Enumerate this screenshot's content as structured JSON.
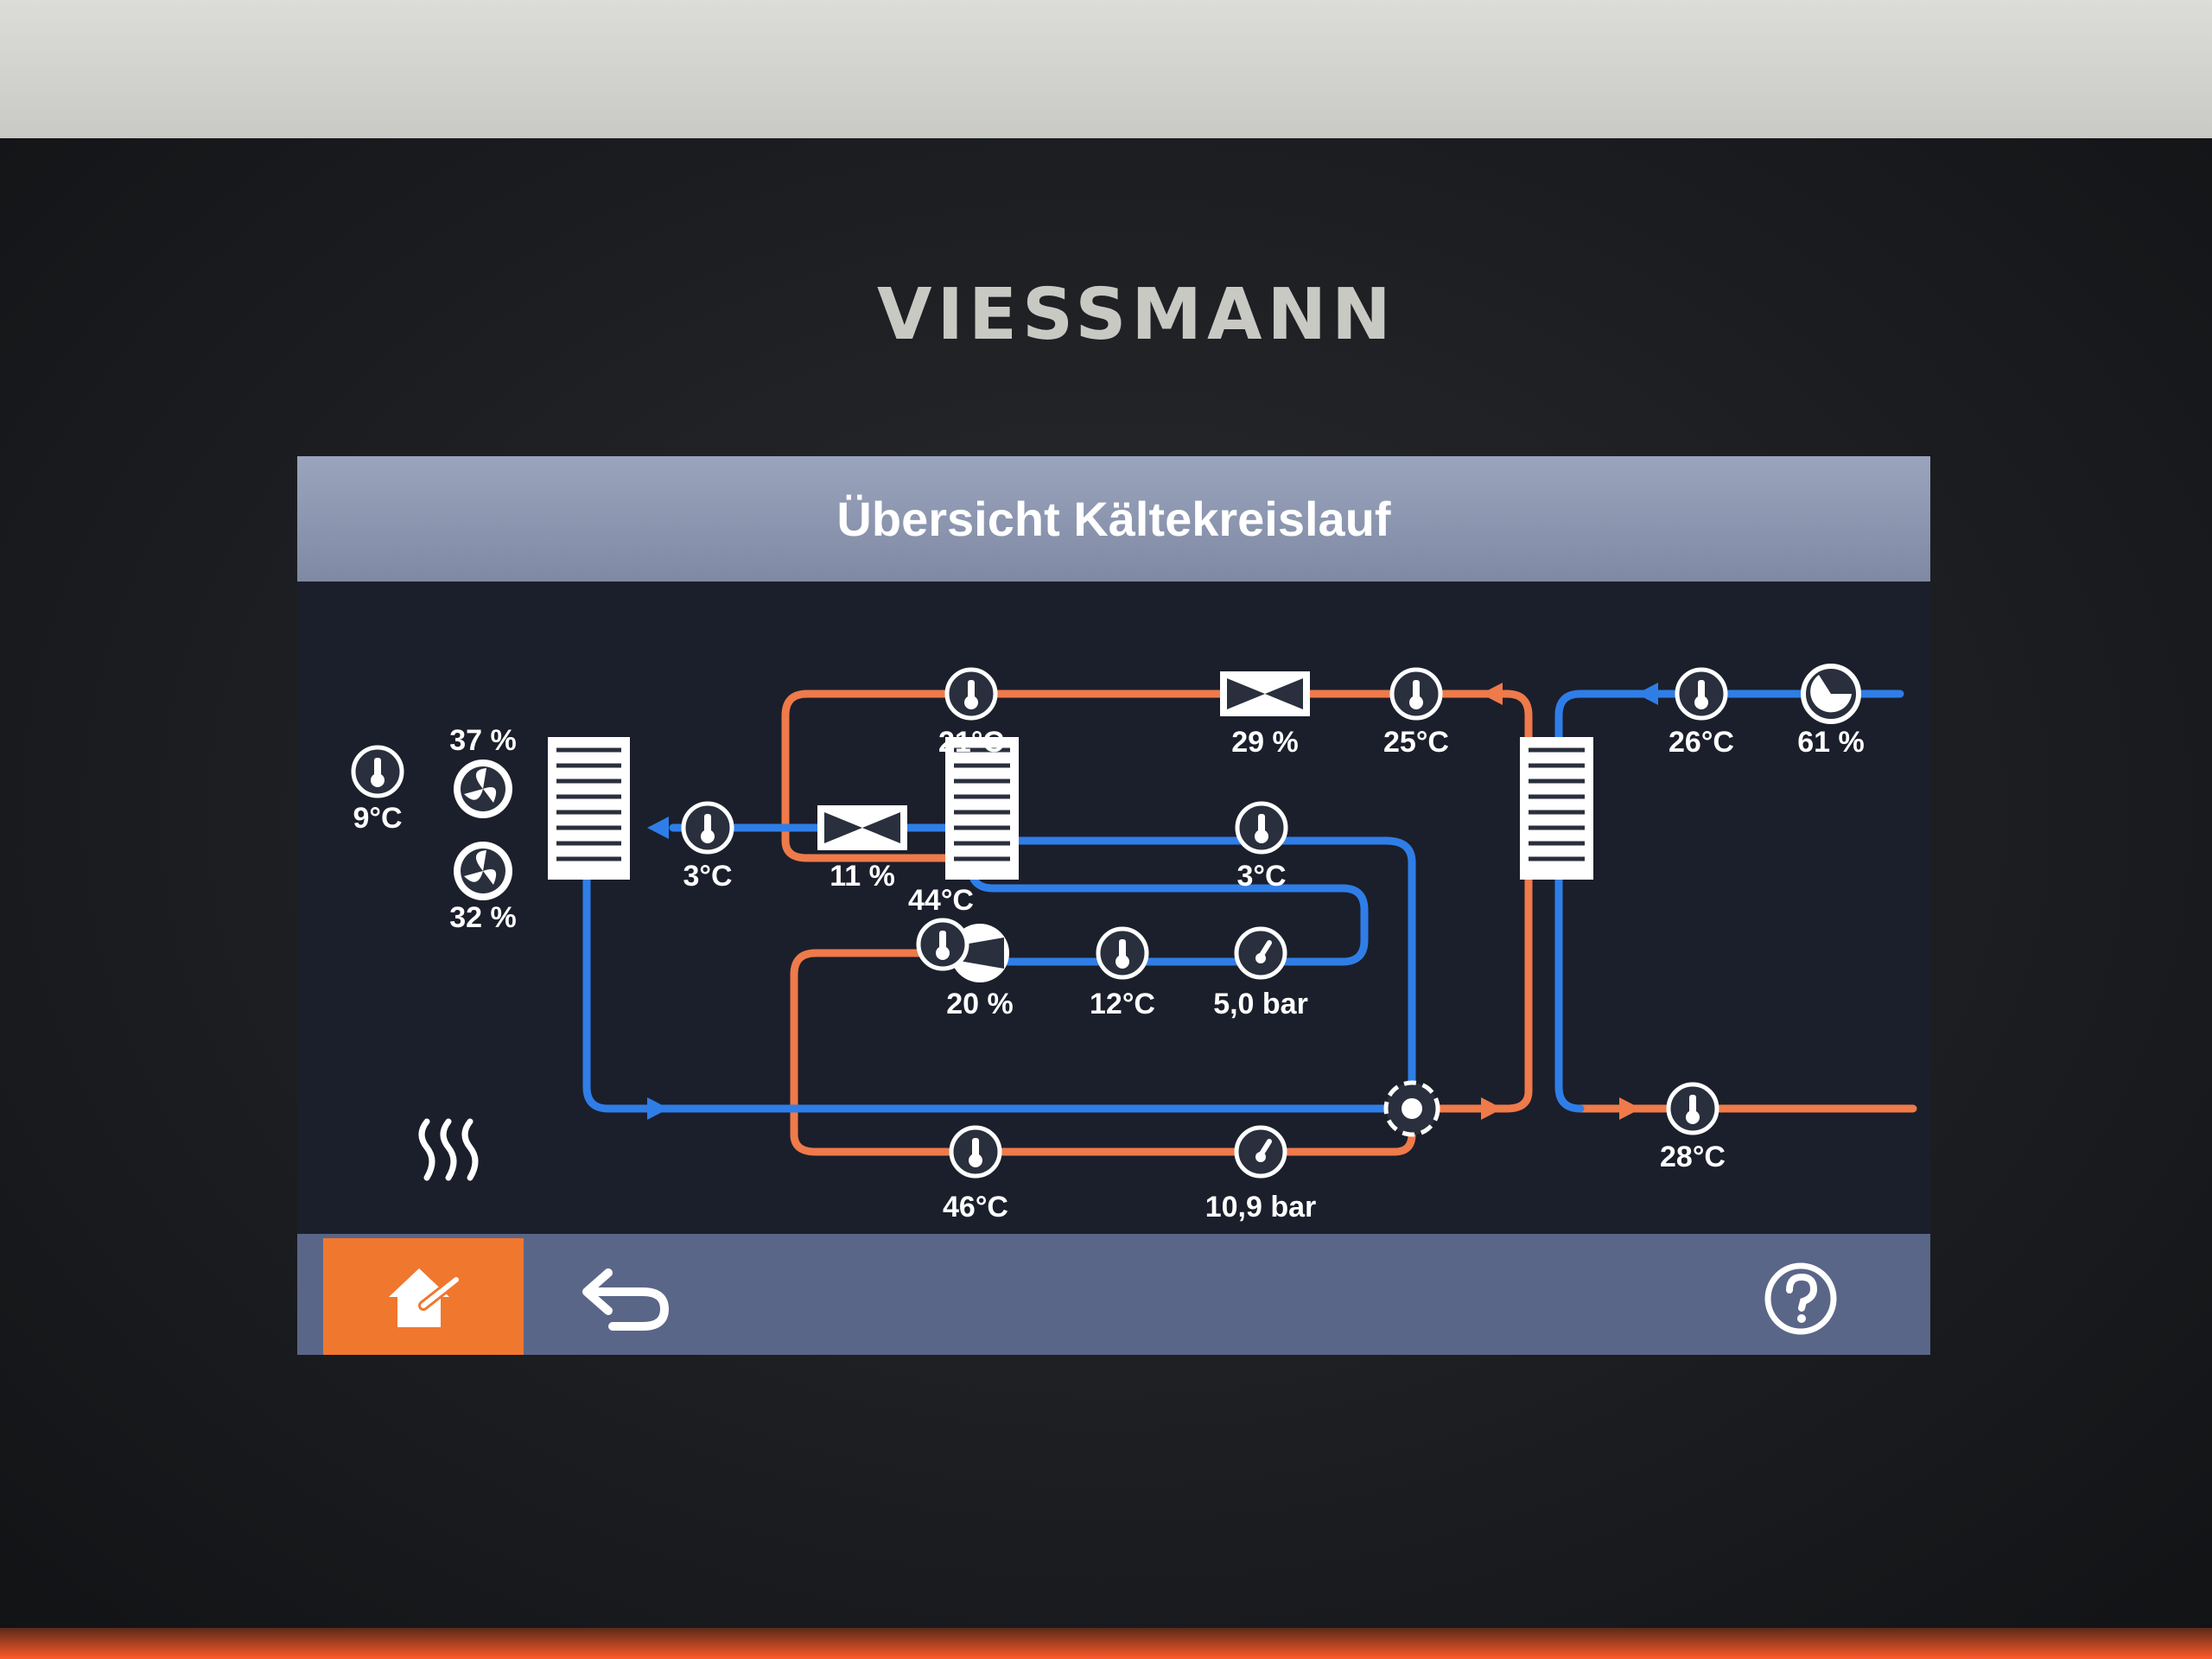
{
  "brand": "VIESSMANN",
  "screen_title": "Übersicht Kältekreislauf",
  "values": {
    "outdoor_temp": "9°C",
    "fan_upper": "37 %",
    "fan_lower": "32 %",
    "evaporator_in": "3°C",
    "exp_valve_small": "11 %",
    "top_left_temp": "21°C",
    "exp_valve_top": "29 %",
    "top_right_temp": "25°C",
    "suction_temp_right": "3°C",
    "hx_temp": "44°C",
    "compressor": "20 %",
    "suction_temp": "12°C",
    "low_pressure": "5,0 bar",
    "discharge_temp": "46°C",
    "high_pressure": "10,9 bar",
    "return_temp": "26°C",
    "pump": "61 %",
    "flow_temp": "28°C"
  },
  "colors": {
    "hot_line": "#ef7a4a",
    "cold_line": "#2f7ee8",
    "active_tab": "#f0772e",
    "title_bar": "#8c96b0"
  },
  "icons": [
    "thermometer-icon",
    "fan-icon",
    "valve-icon",
    "compressor-icon",
    "pressure-gauge-icon",
    "pump-icon",
    "four-way-valve-icon",
    "heating-icon",
    "house-tools-icon",
    "back-arrow-icon",
    "help-icon"
  ]
}
